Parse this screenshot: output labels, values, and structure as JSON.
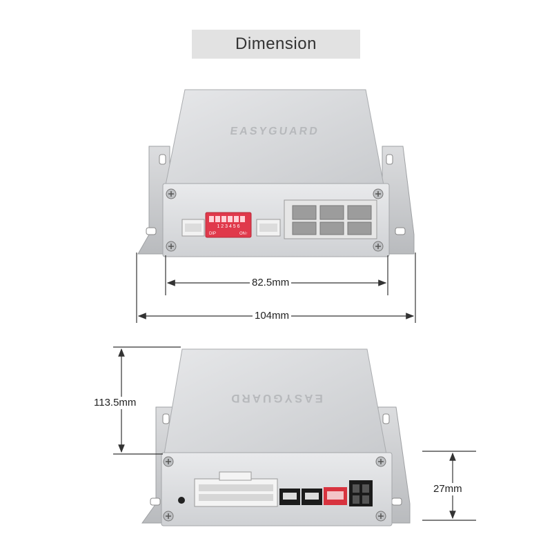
{
  "header": {
    "title": "Dimension"
  },
  "device": {
    "brand": "EASYGUARD",
    "dip_numbers": "1 2 3 4 5 6",
    "dip_left_label": "DIP",
    "dip_right_label": "ON↑"
  },
  "dimensions": {
    "inner_width": "82.5mm",
    "outer_width": "104mm",
    "length": "113.5mm",
    "height": "27mm"
  },
  "colors": {
    "housing": "#d4d6d8",
    "dip_switch": "#e0394b",
    "connector_red": "#d8333f",
    "connector_black": "#1b1b1b"
  }
}
